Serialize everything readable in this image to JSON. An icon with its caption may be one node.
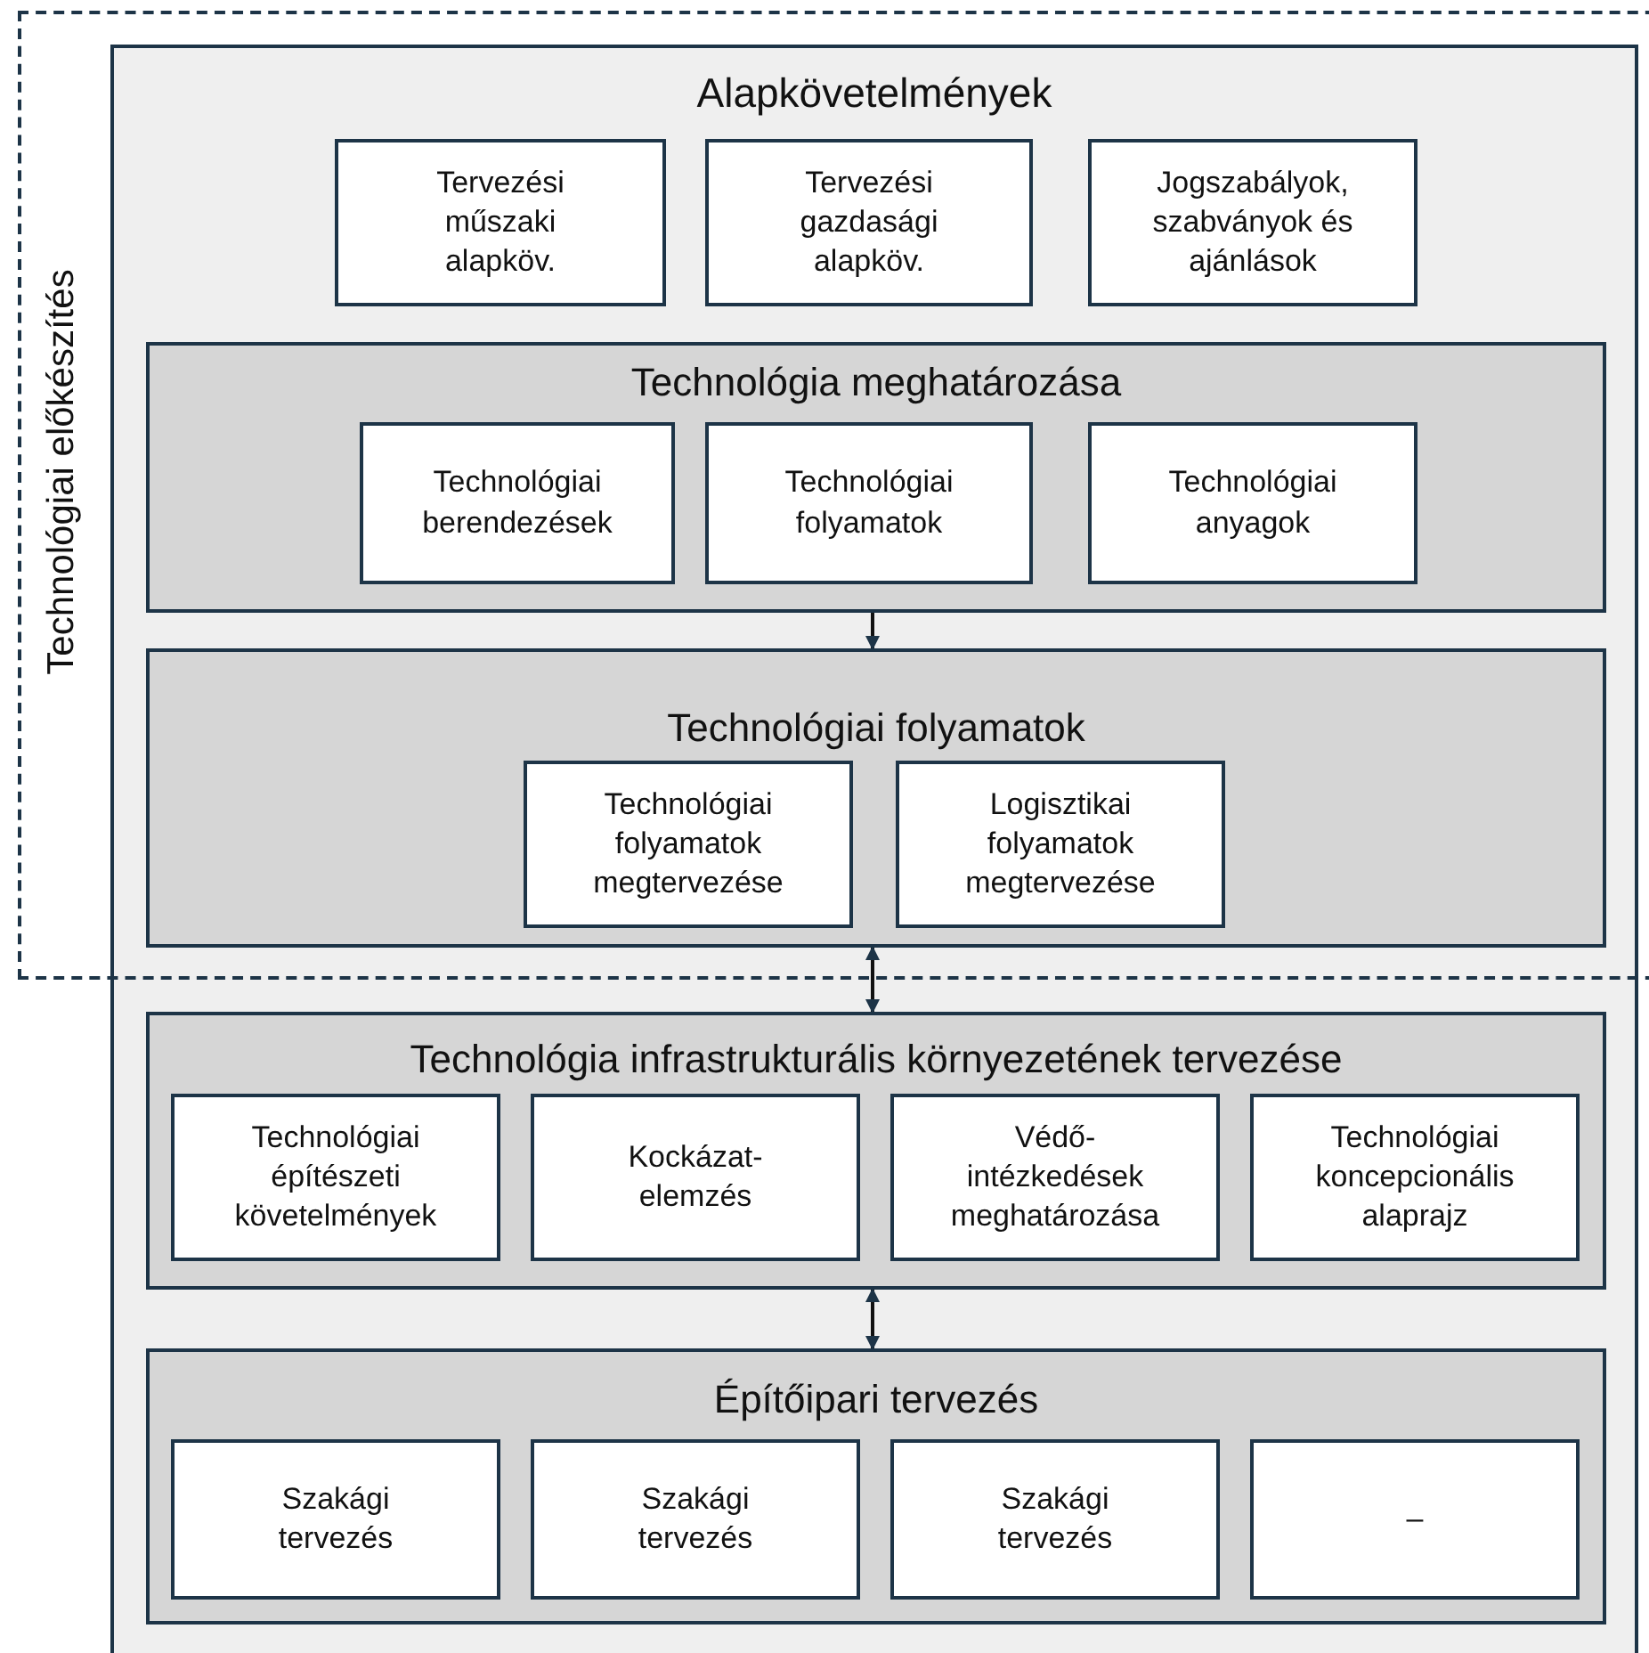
{
  "diagram": {
    "nodes": [
      {
        "text": [
          "Alapkövetelmények"
        ]
      },
      {
        "text": [
          "Tervezési műszaki alapköv."
        ],
        "in": 0
      },
      {
        "text": [
          "Tervezési gazdasági alapköv."
        ],
        "in": 0
      },
      {
        "text": [
          "Jogszabályok, szabványok és ajánlások"
        ],
        "in": 0
      },
      {
        "text": [
          "Technológia meghatározása"
        ],
        "in": 0
      },
      {
        "text": [
          "Technológiai berendezések"
        ],
        "in": 4
      },
      {
        "text": [
          "Technológiai folyamatok"
        ],
        "in": 4
      },
      {
        "text": [
          "Technológiai anyagok"
        ],
        "in": 4
      },
      {
        "text": [
          "Technológiai folyamatok"
        ],
        "in": 0
      },
      {
        "text": [
          "Technológiai folyamatok megtervezése"
        ],
        "in": 8
      },
      {
        "text": [
          "Logisztikai folyamatok megtervezése"
        ],
        "in": 8
      },
      {
        "text": [
          "Technológia infrastrukturális környezetének tervezése"
        ],
        "in": 0
      },
      {
        "text": [
          "Technológiai építészeti követelmények"
        ],
        "in": 11
      },
      {
        "text": [
          "Kockázat-elemzés"
        ],
        "in": 11
      },
      {
        "text": [
          "Védő-intézkedések meghatározása"
        ],
        "in": 11
      },
      {
        "text": [
          "Technológiai koncepcionális alaprajz"
        ],
        "in": 11
      },
      {
        "text": [
          "Építőipari tervezés"
        ],
        "in": 0
      },
      {
        "text": [
          "Szakági tervezés"
        ],
        "in": 16
      },
      {
        "text": [
          "Szakági tervezés"
        ],
        "in": 16
      },
      {
        "text": [
          "Szakági tervezés"
        ],
        "in": 16
      },
      {
        "text": [
          "–"
        ],
        "in": 16
      }
    ],
    "edges": [
      {
        "from": 4,
        "to": 8,
        "arrow": "to"
      },
      {
        "from": 8,
        "to": 11,
        "arrow": "both"
      },
      {
        "from": 11,
        "to": 16,
        "arrow": "both"
      }
    ],
    "labels": [
      "Technológiai előkészítés"
    ]
  }
}
